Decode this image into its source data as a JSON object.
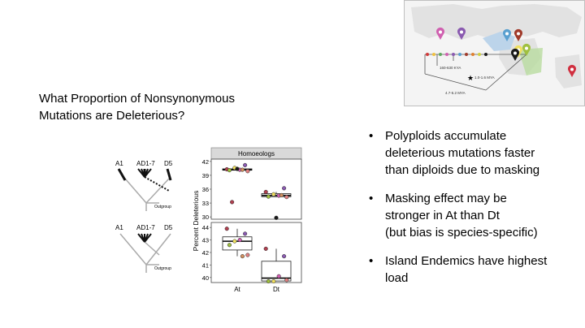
{
  "slide": {
    "title_lines": [
      "What Proportion of Nonsynonymous",
      "Mutations are Deleterious?"
    ]
  },
  "map": {
    "labels": [
      "160-630 KYA",
      "1.0-1.6 MYA",
      "4.7-5.2 MYA"
    ],
    "pin_colors": [
      "#d060b0",
      "#8a5ab0",
      "#5aa0d0",
      "#a03a2a",
      "#f0e060",
      "#a0c040",
      "#1a1a1a",
      "#d03040"
    ]
  },
  "trees": {
    "top": {
      "labels": [
        "A1",
        "AD1-7",
        "D5"
      ],
      "outgroup": "Outgroup"
    },
    "bottom": {
      "labels": [
        "A1",
        "AD1-7",
        "D5"
      ],
      "outgroup": "Outgroup"
    }
  },
  "plot": {
    "facet_title": "Homoeologs",
    "y_label": "Percent Deleterious",
    "x_labels": [
      "At",
      "Dt"
    ],
    "top_panel": {
      "y_ticks": [
        "42",
        "39",
        "36",
        "33",
        "30"
      ]
    },
    "bottom_panel": {
      "y_ticks": [
        "44",
        "43",
        "42",
        "41",
        "40"
      ]
    }
  },
  "chart_data": [
    {
      "type": "box",
      "title": "Homoeologs",
      "ylabel": "Percent Deleterious",
      "categories": [
        "At",
        "Dt"
      ],
      "ylim": [
        29.5,
        42.5
      ],
      "y_ticks": [
        30,
        33,
        36,
        39,
        42
      ],
      "series": [
        {
          "values": [
            40.3,
            41.2,
            40.2,
            40.6,
            40.1,
            39.9,
            40.2,
            40.4,
            33.2
          ]
        },
        {
          "values": [
            35.4,
            36.2,
            34.6,
            34.9,
            34.4,
            34.3,
            34.7,
            29.8
          ]
        }
      ]
    },
    {
      "type": "box",
      "categories": [
        "At",
        "Dt"
      ],
      "ylim": [
        39.6,
        44.4
      ],
      "y_ticks": [
        40,
        41,
        42,
        43,
        44
      ],
      "series": [
        {
          "values": [
            43.9,
            43.5,
            43.0,
            42.9,
            42.6,
            41.8,
            41.7
          ]
        },
        {
          "values": [
            42.3,
            41.7,
            40.1,
            39.7,
            39.7,
            39.8
          ]
        }
      ]
    }
  ],
  "bullets": [
    {
      "lines": [
        "Polyploids accumulate",
        "deleterious mutations faster",
        "than diploids due to masking"
      ]
    },
    {
      "lines": [
        "Masking effect may be",
        "stronger in At than Dt",
        "(but bias is species-specific)"
      ]
    },
    {
      "lines": [
        "Island Endemics have highest",
        "load"
      ]
    }
  ],
  "bullet_glyph": "•"
}
